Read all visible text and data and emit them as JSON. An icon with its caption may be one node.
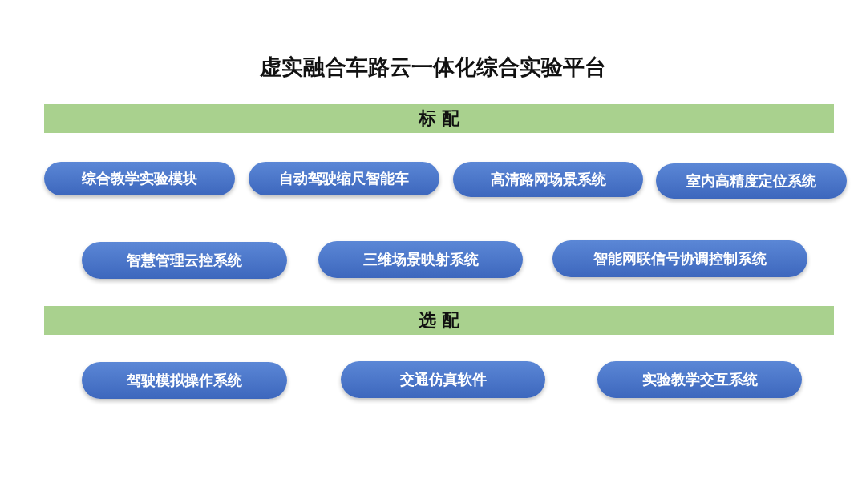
{
  "diagram": {
    "title": "虚实融合车路云一体化综合实验平台",
    "nodes": [
      {
        "text": [
          "标 配"
        ]
      },
      {
        "text": [
          "综合教学实验模块"
        ]
      },
      {
        "text": [
          "自动驾驶缩尺智能车"
        ]
      },
      {
        "text": [
          "高清路网场景系统"
        ]
      },
      {
        "text": [
          "室内高精度定位系统"
        ]
      },
      {
        "text": [
          "智慧管理云控系统"
        ]
      },
      {
        "text": [
          "三维场景映射系统"
        ]
      },
      {
        "text": [
          "智能网联信号协调控制系统"
        ]
      },
      {
        "text": [
          "选 配"
        ]
      },
      {
        "text": [
          "驾驶模拟操作系统"
        ]
      },
      {
        "text": [
          "交通仿真软件"
        ]
      },
      {
        "text": [
          "实验教学交互系统"
        ]
      }
    ]
  }
}
